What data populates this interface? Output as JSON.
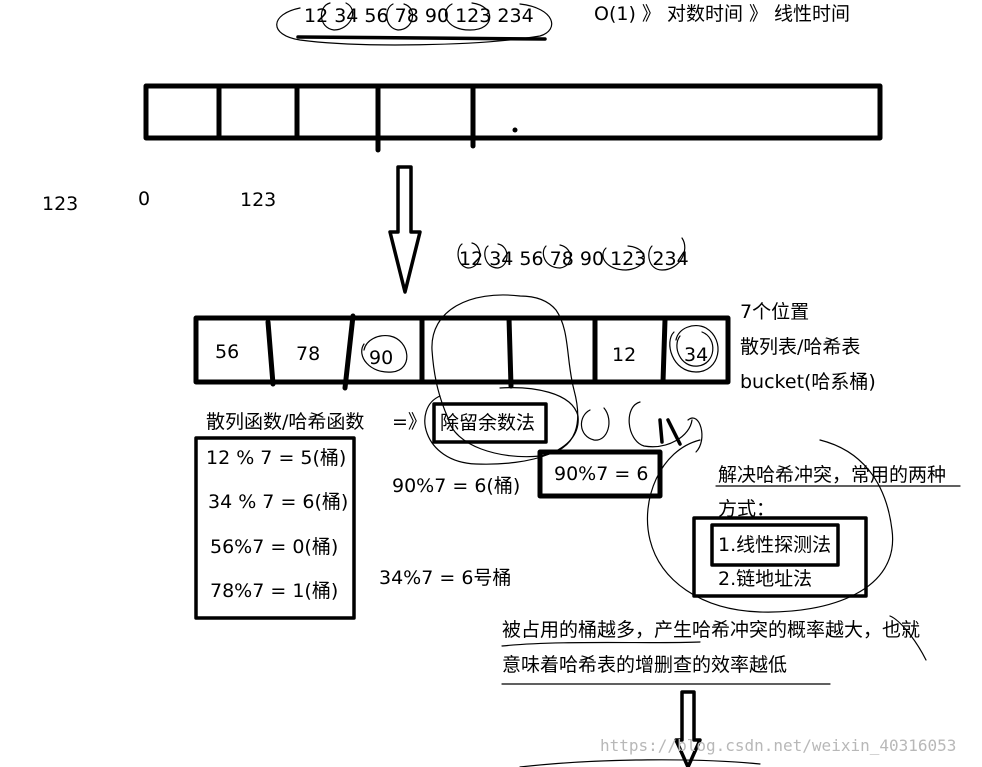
{
  "top_sequence": "12 34 56 78 90 123 234",
  "complexity": "O(1) 》 对数时间 》 线性时间",
  "labels_left": {
    "a": "123",
    "b": "0",
    "c": "123"
  },
  "mid_sequence": "12 34 56 78 90 123 234",
  "hash_table": {
    "cells": [
      "56",
      "78",
      "90",
      "",
      "",
      "12",
      "34"
    ],
    "positions_label": "7个位置",
    "name_label": "散列表/哈希表",
    "bucket_label": "bucket(哈系桶)"
  },
  "hash_function": {
    "label": "散列函数/哈希函数",
    "arrow": "=》",
    "method": "除留余数法"
  },
  "calculations": [
    "12 % 7 = 5(桶)",
    "34 % 7 = 6(桶)",
    "56%7 = 0(桶)",
    "78%7 = 1(桶)"
  ],
  "side_calcs": {
    "c1": "90%7 = 6(桶)",
    "boxed": "90%7 = 6",
    "c2": "34%7 = 6号桶"
  },
  "collision": {
    "title_line1": "解决哈希冲突，常用的两种",
    "title_line2": "方式：",
    "methods": [
      "1.线性探测法",
      "2.链地址法"
    ]
  },
  "note": {
    "line1": "被占用的桶越多，产生哈希冲突的概率越大，也就",
    "line2": "意味着哈希表的增删查的效率越低"
  },
  "watermark": "https://blog.csdn.net/weixin_40316053"
}
